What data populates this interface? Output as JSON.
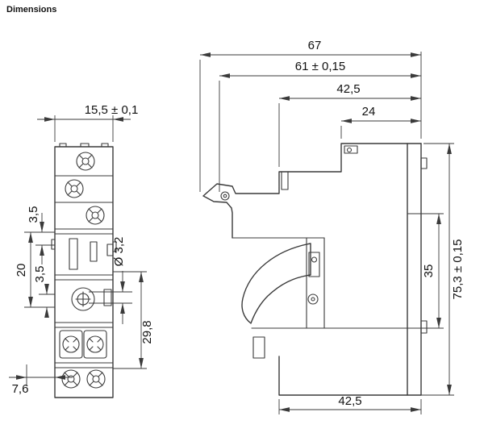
{
  "title": "Dimensions",
  "colors": {
    "line": "#3a3a3a",
    "text": "#111111",
    "background": "#ffffff"
  },
  "front_view_dims": {
    "width": "15,5 ± 0,1",
    "pitch_top": "3,5",
    "span": "20",
    "pitch_bottom": "3,5",
    "hole_dia": "Ø 3,2",
    "height_lower": "29,8",
    "offset_bottom": "7,6"
  },
  "side_view_dims": {
    "depth_total": "67",
    "depth_tol": "61 ± 0,15",
    "depth_upper": "42,5",
    "depth_top": "24",
    "height_inner": "35",
    "height_total": "75,3 ± 0,15",
    "depth_bottom": "42,5"
  }
}
